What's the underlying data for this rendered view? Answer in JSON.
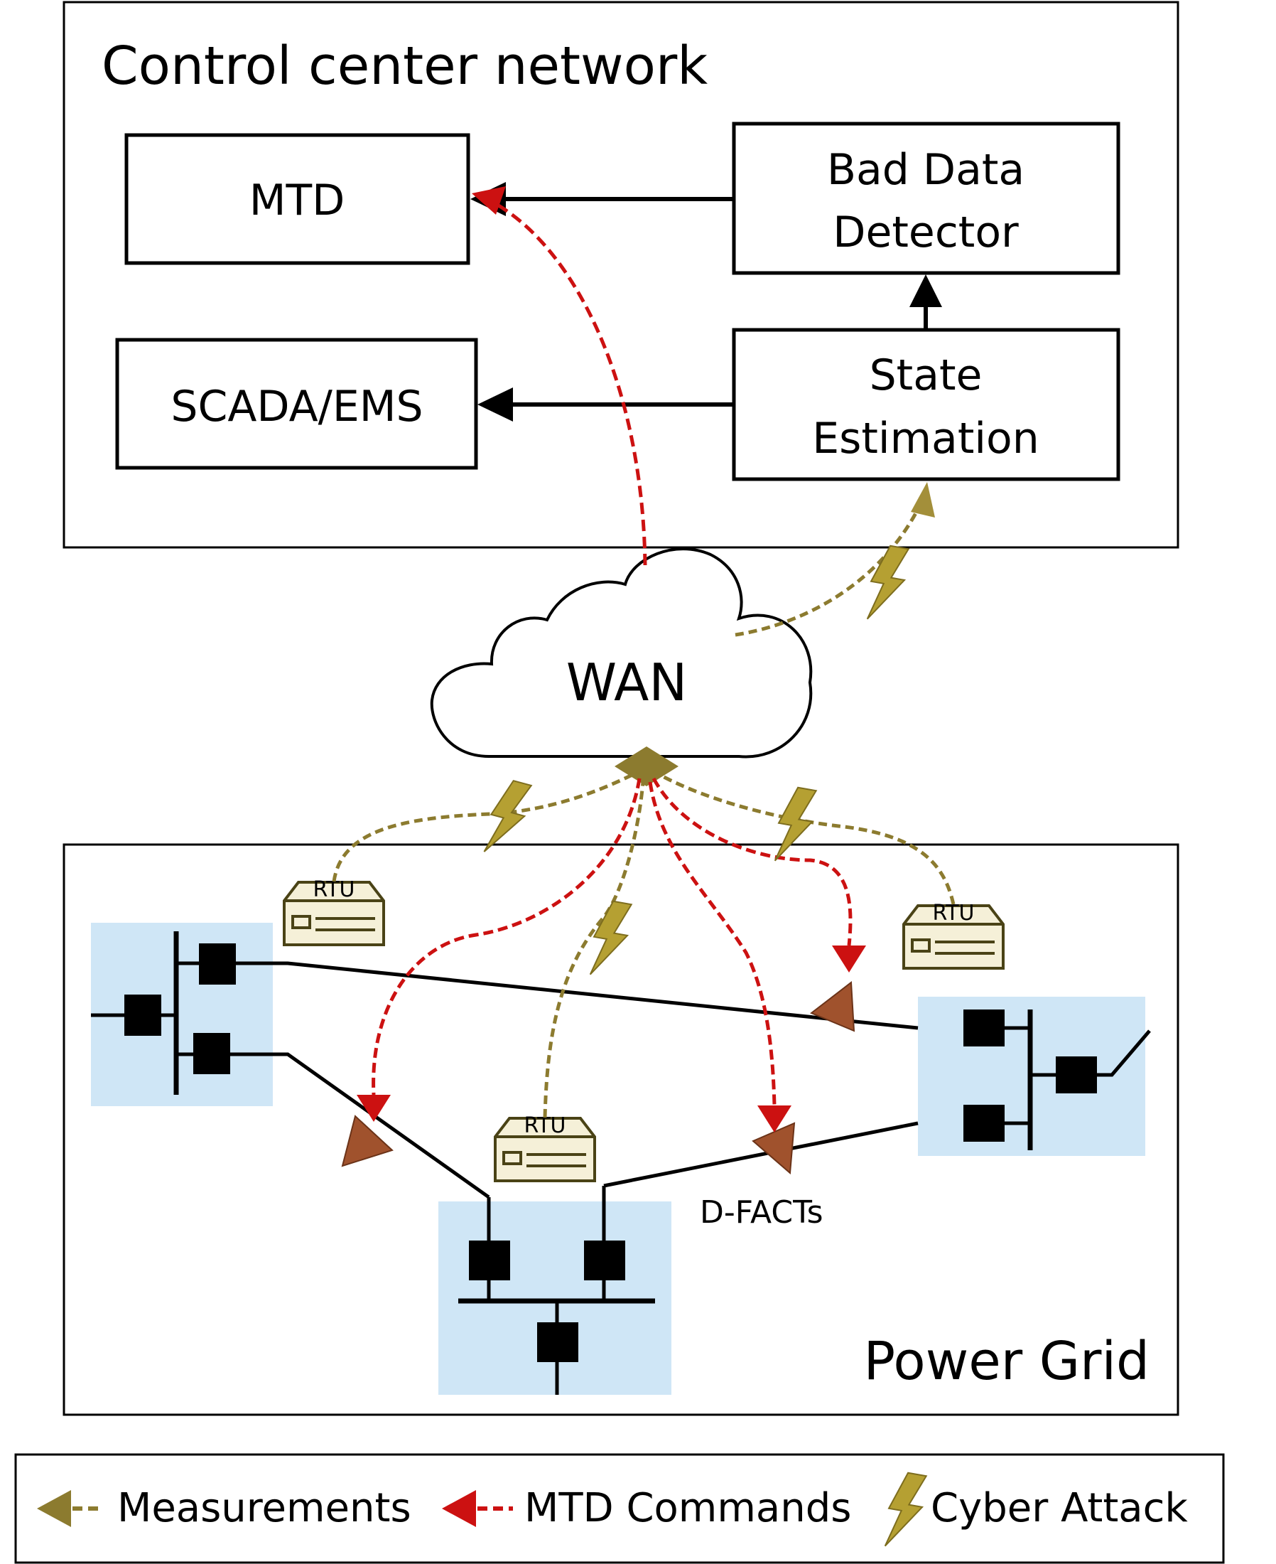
{
  "control_center": {
    "title": "Control center network"
  },
  "blocks": {
    "mtd": "MTD",
    "bad_data_line1": "Bad Data",
    "bad_data_line2": "Detector",
    "scada": "SCADA/EMS",
    "state_line1": "State",
    "state_line2": "Estimation"
  },
  "wan": {
    "label": "WAN"
  },
  "power_grid": {
    "title": "Power Grid",
    "dfacts_label": "D-FACTs"
  },
  "rtu": {
    "label": "RTU"
  },
  "legend": {
    "measurements": "Measurements",
    "mtd_commands": "MTD Commands",
    "cyber_attack": "Cyber Attack"
  },
  "colors": {
    "measurement": "#8c7b2f",
    "mtd_command": "#cc1111",
    "attack": "#b5a032",
    "dfacts": "#a0522d",
    "bus_area": "#cfe6f6"
  }
}
